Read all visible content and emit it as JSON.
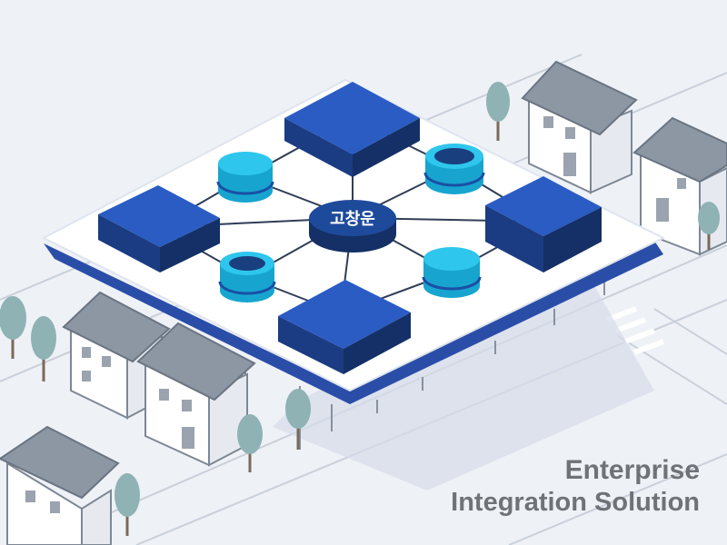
{
  "hub": {
    "label": "고창운"
  },
  "caption": {
    "line1": "Enterprise",
    "line2": "Integration Solution"
  },
  "colors": {
    "background": "#eef1f6",
    "platform_top": "#ffffff",
    "platform_edge": "#2a4ea8",
    "dark_block": "#1e4a9c",
    "cylinder": "#1fb8e0",
    "house_roof": "#7d8794",
    "tree": "#8fb2b4",
    "caption_text": "#6f7276"
  },
  "icons": {
    "hub": "hub-node-icon",
    "server_block": "server-block-icon",
    "database": "database-cylinder-icon",
    "house": "house-icon",
    "tree": "tree-icon"
  }
}
